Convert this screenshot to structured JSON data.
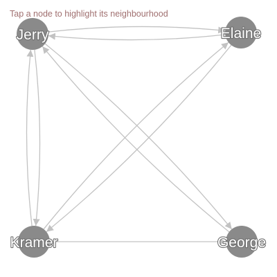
{
  "instruction": "Tap a node to highlight its neighbourhood",
  "colors": {
    "node": "#8a8a8a",
    "edge": "#c2c2c2",
    "label_text": "#ffffff",
    "instruction_text": "#a07070"
  },
  "graph": {
    "nodes": [
      {
        "id": "jerry",
        "label": "Jerry"
      },
      {
        "id": "elaine",
        "label": "Elaine"
      },
      {
        "id": "kramer",
        "label": "Kramer"
      },
      {
        "id": "george",
        "label": "George"
      }
    ],
    "edges": [
      {
        "source": "elaine",
        "target": "jerry"
      },
      {
        "source": "jerry",
        "target": "elaine"
      },
      {
        "source": "jerry",
        "target": "kramer"
      },
      {
        "source": "kramer",
        "target": "jerry"
      },
      {
        "source": "jerry",
        "target": "george"
      },
      {
        "source": "george",
        "target": "jerry"
      },
      {
        "source": "elaine",
        "target": "kramer"
      },
      {
        "source": "kramer",
        "target": "elaine"
      },
      {
        "source": "kramer",
        "target": "george"
      }
    ]
  }
}
